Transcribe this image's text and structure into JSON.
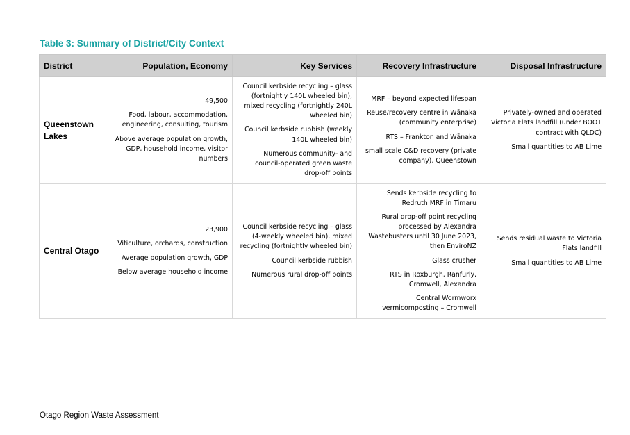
{
  "caption": "Table 3: Summary of District/City Context",
  "headers": {
    "district": "District",
    "population": "Population, Economy",
    "services": "Key Services",
    "recovery": "Recovery Infrastructure",
    "disposal": "Disposal Infrastructure"
  },
  "rows": [
    {
      "district_line1": "Queenstown",
      "district_line2": "Lakes",
      "population": [
        "49,500",
        "Food, labour, accommodation, engineering, consulting, tourism",
        "Above average population growth, GDP, household income, visitor numbers"
      ],
      "services": [
        "Council kerbside recycling – glass (fortnightly 140L wheeled bin), mixed recycling (fortnightly 240L wheeled bin)",
        "Council kerbside rubbish (weekly 140L wheeled bin)",
        "Numerous community- and council-operated green waste drop-off points"
      ],
      "recovery": [
        "MRF – beyond expected lifespan",
        "Reuse/recovery centre in Wānaka (community enterprise)",
        "RTS – Frankton and Wānaka",
        "small scale C&D recovery (private company), Queenstown"
      ],
      "disposal": [
        "Privately-owned and operated Victoria Flats landfill (under BOOT contract with QLDC)",
        "Small quantities to AB Lime"
      ]
    },
    {
      "district_line1": "Central Otago",
      "population": [
        "23,900",
        "Viticulture, orchards, construction",
        "Average population growth, GDP",
        "Below average household income"
      ],
      "services": [
        "Council kerbside recycling – glass (4-weekly wheeled bin), mixed recycling (fortnightly wheeled bin)",
        "Council kerbside rubbish",
        "Numerous rural drop-off points"
      ],
      "recovery": [
        "Sends kerbside recycling to Redruth MRF in Timaru",
        "Rural drop-off point recycling processed by Alexandra Wastebusters until 30 June 2023, then EnviroNZ",
        "Glass crusher",
        "RTS in Roxburgh, Ranfurly, Cromwell, Alexandra",
        "Central Wormworx vermicomposting – Cromwell"
      ],
      "disposal": [
        "Sends residual waste to Victoria Flats landfill",
        "Small quantities to AB Lime"
      ]
    }
  ],
  "footer": "Otago Region Waste Assessment"
}
